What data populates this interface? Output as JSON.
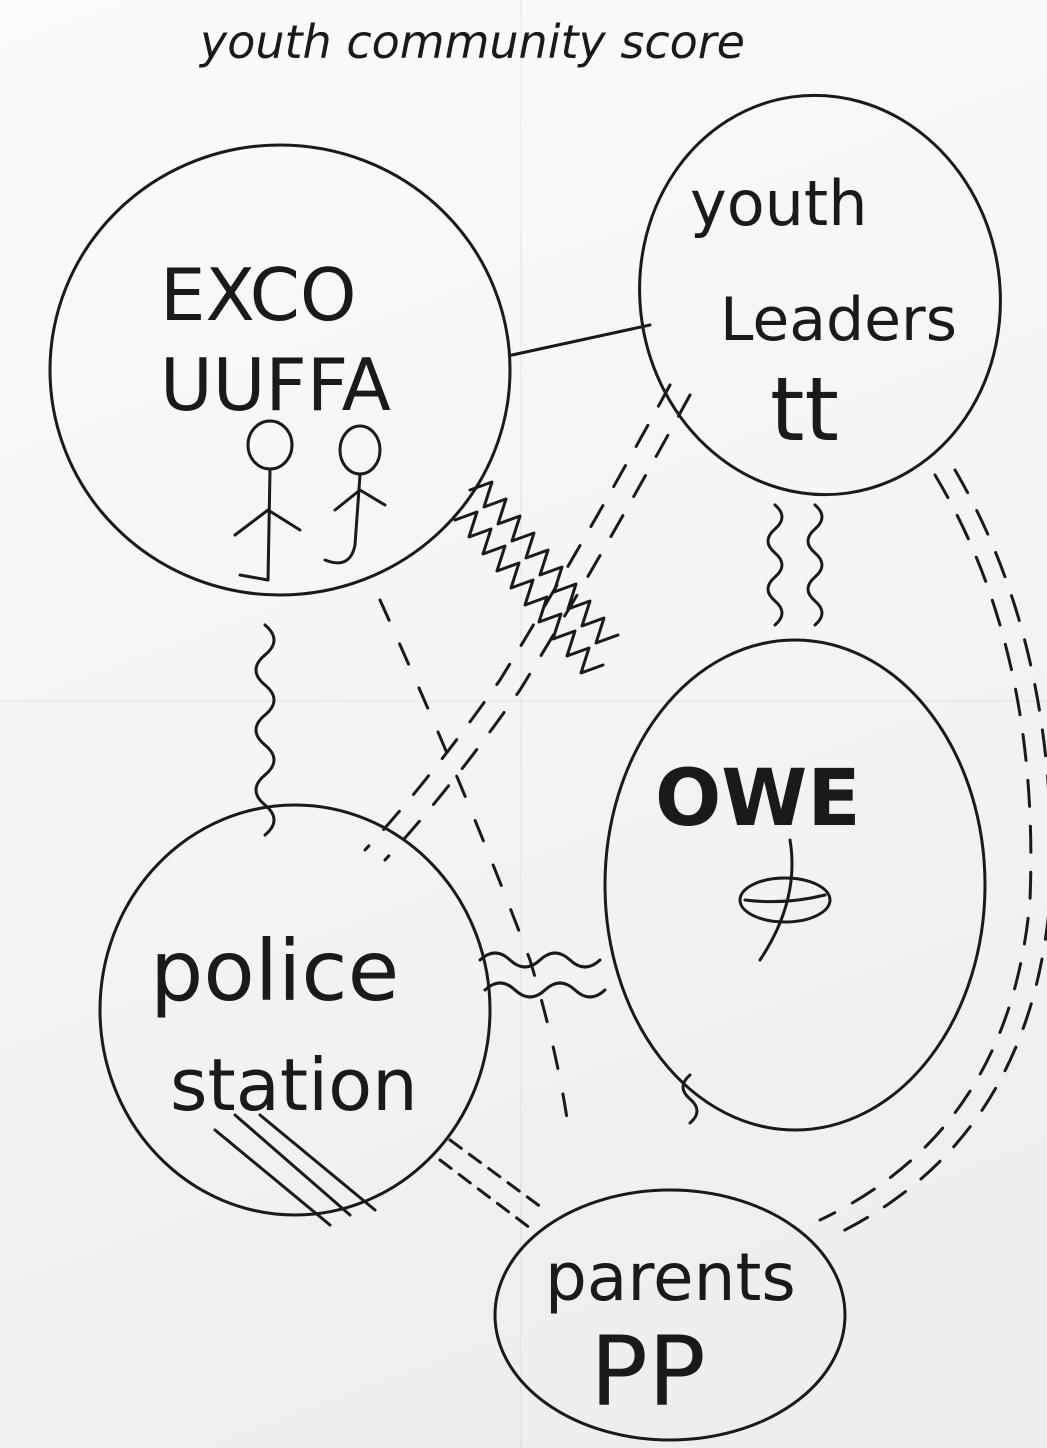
{
  "title": "youth community score",
  "nodes": [
    {
      "id": "exco",
      "lines": [
        "EXCO",
        "UUFFA"
      ],
      "figure": "two-stick-figures-icon"
    },
    {
      "id": "youth_leaders",
      "lines": [
        "youth",
        "Leaders",
        "tt"
      ]
    },
    {
      "id": "owe",
      "lines": [
        "OWE"
      ],
      "figure": "globe-cross-icon"
    },
    {
      "id": "police",
      "lines": [
        "police",
        "station"
      ]
    },
    {
      "id": "parents",
      "lines": [
        "parents",
        "PP"
      ]
    }
  ],
  "links": [
    {
      "from": "exco",
      "to": "youth_leaders",
      "style": "solid"
    },
    {
      "from": "exco",
      "to": "owe",
      "style": "wavy"
    },
    {
      "from": "exco",
      "to": "police",
      "style": "wavy"
    },
    {
      "from": "exco",
      "to": "parents",
      "style": "dashed"
    },
    {
      "from": "youth_leaders",
      "to": "owe",
      "style": "wavy"
    },
    {
      "from": "youth_leaders",
      "to": "police",
      "style": "dashed"
    },
    {
      "from": "youth_leaders",
      "to": "parents",
      "style": "dashed"
    },
    {
      "from": "owe",
      "to": "police",
      "style": "wavy"
    },
    {
      "from": "owe",
      "to": "parents",
      "style": "wavy"
    },
    {
      "from": "police",
      "to": "parents",
      "style": "dashed"
    }
  ],
  "colors": {
    "ink": "#1a1a1a",
    "paper": "#f6f6f6"
  }
}
